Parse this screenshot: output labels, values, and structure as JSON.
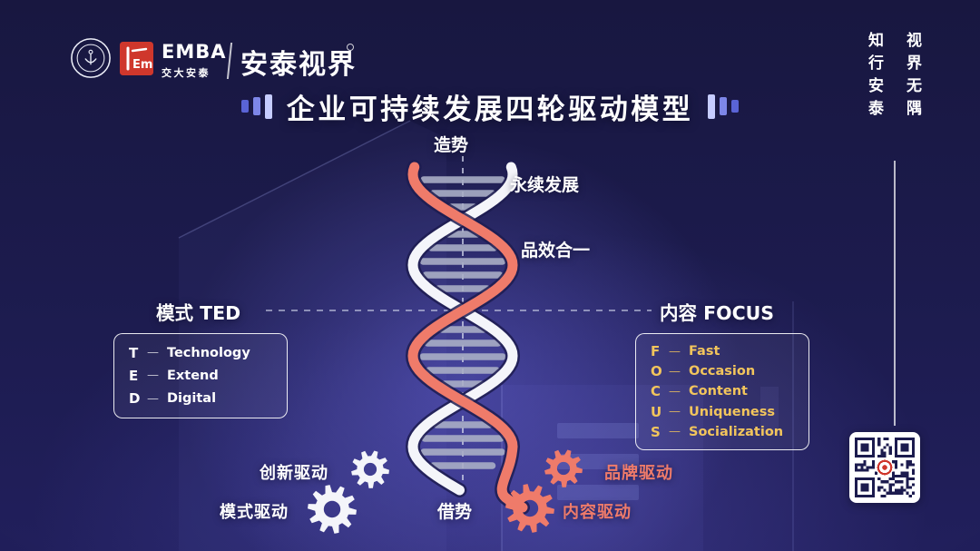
{
  "colors": {
    "coral": "#ef7b6a",
    "gold": "#f2c55c",
    "white_strand": "#f4f5fa",
    "rung": "#a9aec6",
    "halo": "#1d1c50",
    "qr_dark": "#1c1b4e",
    "logo_red": "#cf372c"
  },
  "header": {
    "badge_text": "Em",
    "emba": "EMBA",
    "emba_sub": "交大安泰",
    "brand": "安泰视界",
    "title": "企业可持续发展四轮驱动模型"
  },
  "rail": {
    "slogan_inner": "知行安泰",
    "slogan_outer": "视界无隅"
  },
  "diagram": {
    "top_label": "造势",
    "bottom_label": "借势",
    "dna_label_top": "永续发展",
    "dna_label_mid": "品效合一",
    "left_heading": "模式 TED",
    "right_heading": "内容 FOCUS",
    "separator": "—",
    "ted": [
      {
        "letter": "T",
        "word": "Technology"
      },
      {
        "letter": "E",
        "word": "Extend"
      },
      {
        "letter": "D",
        "word": "Digital"
      }
    ],
    "focus": [
      {
        "letter": "F",
        "word": "Fast"
      },
      {
        "letter": "O",
        "word": "Occasion"
      },
      {
        "letter": "C",
        "word": "Content"
      },
      {
        "letter": "U",
        "word": "Uniqueness"
      },
      {
        "letter": "S",
        "word": "Socialization"
      }
    ],
    "drives_left": [
      "创新驱动",
      "模式驱动"
    ],
    "drives_right": [
      "品牌驱动",
      "内容驱动"
    ]
  }
}
